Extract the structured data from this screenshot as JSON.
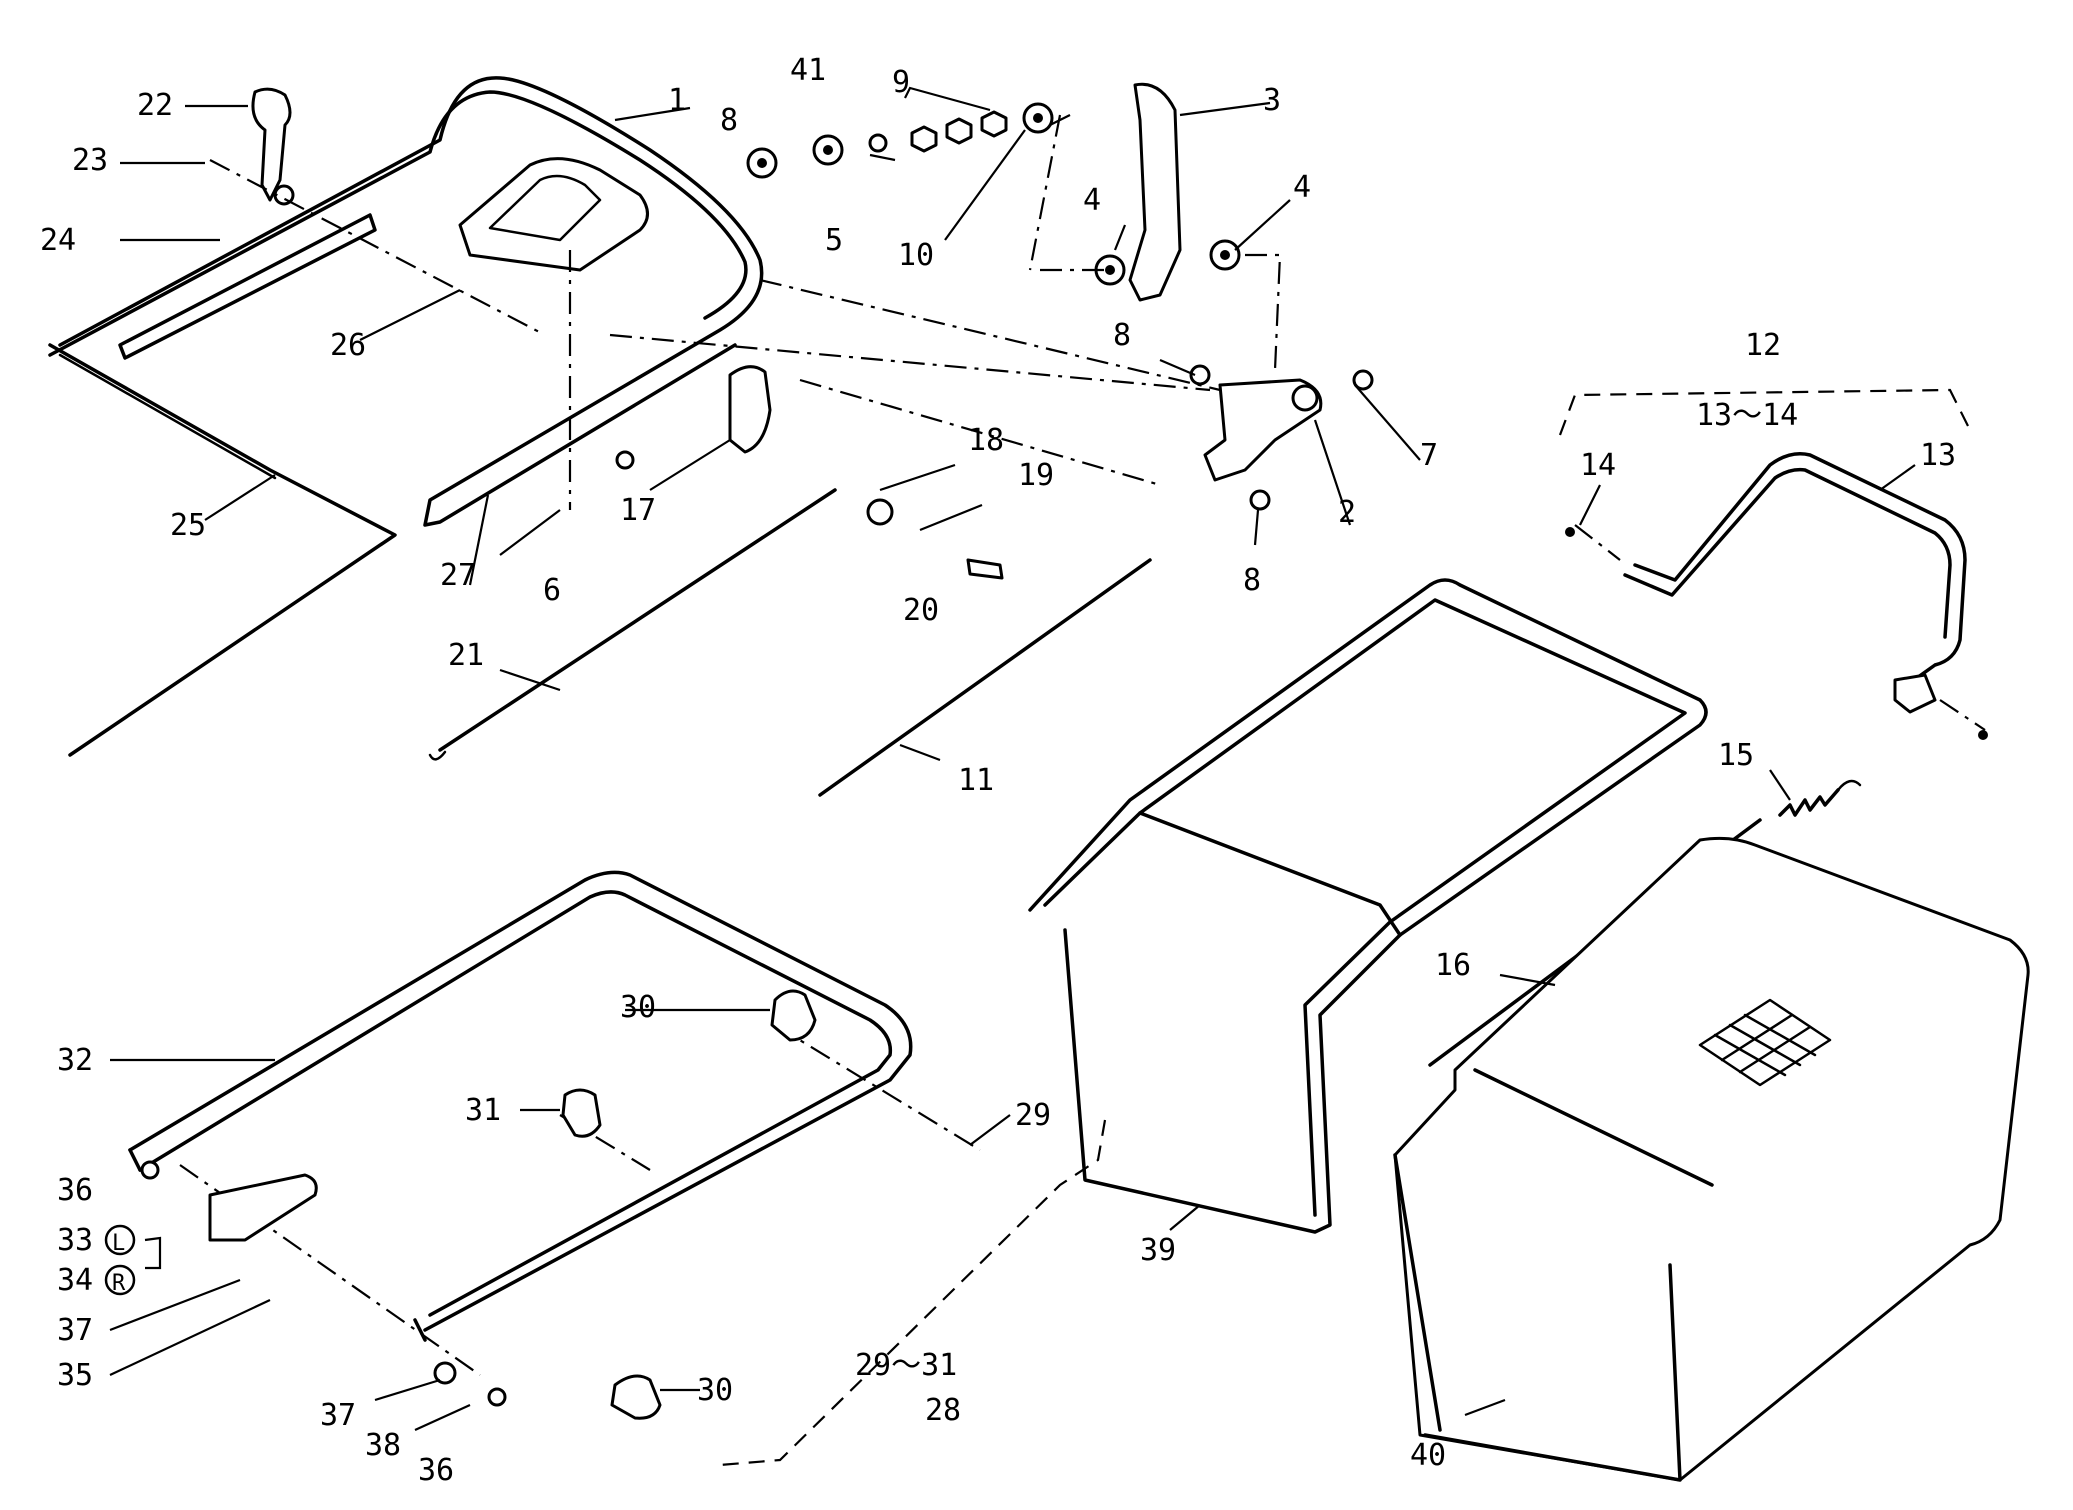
{
  "callouts": [
    {
      "id": "c1",
      "text": "1"
    },
    {
      "id": "c2",
      "text": "2"
    },
    {
      "id": "c3",
      "text": "3"
    },
    {
      "id": "c4a",
      "text": "4"
    },
    {
      "id": "c4b",
      "text": "4"
    },
    {
      "id": "c5",
      "text": "5"
    },
    {
      "id": "c6",
      "text": "6"
    },
    {
      "id": "c7",
      "text": "7"
    },
    {
      "id": "c8a",
      "text": "8"
    },
    {
      "id": "c8b",
      "text": "8"
    },
    {
      "id": "c8c",
      "text": "8"
    },
    {
      "id": "c9",
      "text": "9"
    },
    {
      "id": "c10",
      "text": "10"
    },
    {
      "id": "c11",
      "text": "11"
    },
    {
      "id": "c12",
      "text": "12"
    },
    {
      "id": "c12sub",
      "text": "13～14"
    },
    {
      "id": "c13",
      "text": "13"
    },
    {
      "id": "c14",
      "text": "14"
    },
    {
      "id": "c15",
      "text": "15"
    },
    {
      "id": "c16",
      "text": "16"
    },
    {
      "id": "c17",
      "text": "17"
    },
    {
      "id": "c18",
      "text": "18"
    },
    {
      "id": "c19",
      "text": "19"
    },
    {
      "id": "c20",
      "text": "20"
    },
    {
      "id": "c21",
      "text": "21"
    },
    {
      "id": "c22",
      "text": "22"
    },
    {
      "id": "c23",
      "text": "23"
    },
    {
      "id": "c24",
      "text": "24"
    },
    {
      "id": "c25",
      "text": "25"
    },
    {
      "id": "c26",
      "text": "26"
    },
    {
      "id": "c27",
      "text": "27"
    },
    {
      "id": "c28",
      "text": "28"
    },
    {
      "id": "c28sub",
      "text": "29～31"
    },
    {
      "id": "c29",
      "text": "29"
    },
    {
      "id": "c30a",
      "text": "30"
    },
    {
      "id": "c30b",
      "text": "30"
    },
    {
      "id": "c31",
      "text": "31"
    },
    {
      "id": "c32",
      "text": "32"
    },
    {
      "id": "c33",
      "text": "33"
    },
    {
      "id": "c33mark",
      "text": "L"
    },
    {
      "id": "c34",
      "text": "34"
    },
    {
      "id": "c34mark",
      "text": "R"
    },
    {
      "id": "c35",
      "text": "35"
    },
    {
      "id": "c36a",
      "text": "36"
    },
    {
      "id": "c36b",
      "text": "36"
    },
    {
      "id": "c37a",
      "text": "37"
    },
    {
      "id": "c37b",
      "text": "37"
    },
    {
      "id": "c38",
      "text": "38"
    },
    {
      "id": "c39",
      "text": "39"
    },
    {
      "id": "c40",
      "text": "40"
    },
    {
      "id": "c41",
      "text": "41"
    }
  ]
}
